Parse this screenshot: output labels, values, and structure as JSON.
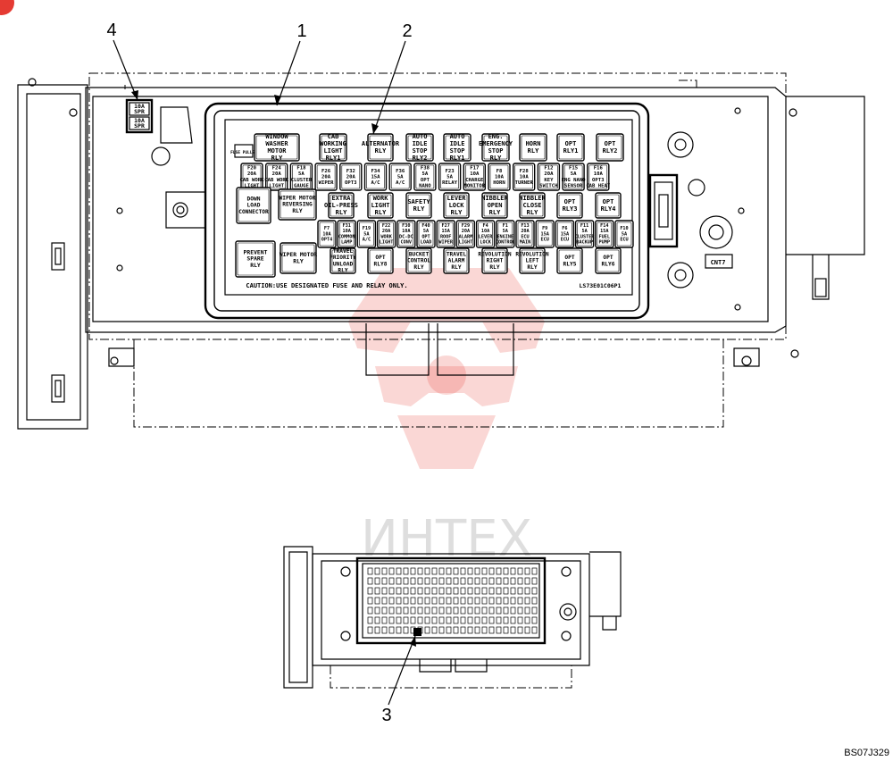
{
  "callouts": {
    "c1": "1",
    "c2": "2",
    "c3": "3",
    "c4": "4"
  },
  "drawing_code": "BS07J329",
  "caution_text": "CAUTION:USE DESIGNATED FUSE AND RELAY ONLY.",
  "part_code": "LS73E01C06P1",
  "watermark_text": "ИНТЕХ",
  "connector_label": "CNT7",
  "spare_fuses": [
    "10A SPR",
    "10A SPR"
  ],
  "top_relays": [
    {
      "lines": [
        "WINDOW",
        "WASHER",
        "MOTOR",
        "RLY"
      ]
    },
    {
      "lines": [
        "CAB",
        "WORKING",
        "LIGHT",
        "RLY1"
      ]
    },
    {
      "lines": [
        "ALTERNATOR",
        "RLY"
      ]
    },
    {
      "lines": [
        "AUTO",
        "IDLE",
        "STOP",
        "RLY2"
      ]
    },
    {
      "lines": [
        "AUTO",
        "IDLE",
        "STOP",
        "RLY1"
      ]
    },
    {
      "lines": [
        "ENG.",
        "EMERGENCY",
        "STOP",
        "RLY"
      ]
    },
    {
      "lines": [
        "HORN",
        "RLY"
      ]
    },
    {
      "lines": [
        "OPT",
        "RLY1"
      ]
    },
    {
      "lines": [
        "OPT",
        "RLY2"
      ]
    }
  ],
  "fuse_puller": "FUSE PULLER",
  "fuse_row1": [
    [
      "F20",
      "20A",
      "CAB WORK",
      "LIGHT"
    ],
    [
      "F24",
      "20A",
      "CAB WORK",
      "LIGHT"
    ],
    [
      "F18",
      "5A",
      "CLUSTER",
      "GAUGE"
    ],
    [
      "F26",
      "20A",
      "WIPER",
      ""
    ],
    [
      "F32",
      "20A",
      "OPT3",
      ""
    ],
    [
      "F34",
      "15A",
      "A/C",
      ""
    ],
    [
      "F36",
      "5A",
      "A/C",
      ""
    ],
    [
      "F38",
      "5A",
      "OPT",
      "NANO"
    ],
    [
      "F23",
      "5A",
      "RELAY",
      ""
    ],
    [
      "F17",
      "10A",
      "CHARGE",
      "MONITOR"
    ],
    [
      "F8",
      "10A",
      "HORN",
      ""
    ],
    [
      "F28",
      "10A",
      "TURNER",
      ""
    ],
    [
      "F12",
      "20A",
      "KEY",
      "SWITCH"
    ],
    [
      "F15",
      "5A",
      "ENG NANO",
      "SENSOR"
    ],
    [
      "F16",
      "10A",
      "OPT3",
      "CAB HEAT"
    ]
  ],
  "mid_relays": [
    {
      "lines": [
        "DOWN",
        "LOAD",
        "CONNECTOR"
      ]
    },
    {
      "lines": [
        "WIPER MOTOR",
        "REVERSING",
        "RLY"
      ]
    },
    {
      "lines": [
        "EXTRA",
        "OIL-PRESS",
        "RLY"
      ]
    },
    {
      "lines": [
        "WORK",
        "LIGHT",
        "RLY"
      ]
    },
    {
      "lines": [
        "SAFETY",
        "RLY"
      ]
    },
    {
      "lines": [
        "LEVER",
        "LOCK",
        "RLY"
      ]
    },
    {
      "lines": [
        "NIBBLER",
        "OPEN",
        "RLY"
      ]
    },
    {
      "lines": [
        "NIBBLER",
        "CLOSE",
        "RLY"
      ]
    },
    {
      "lines": [
        "OPT",
        "RLY3"
      ]
    },
    {
      "lines": [
        "OPT",
        "RLY4"
      ]
    }
  ],
  "fuse_row2": [
    [
      "F7",
      "10A",
      "OPT4",
      ""
    ],
    [
      "F31",
      "10A",
      "COMMON",
      "LAMP"
    ],
    [
      "F19",
      "5A",
      "A/C",
      ""
    ],
    [
      "F22",
      "20A",
      "WORK",
      "LIGHT"
    ],
    [
      "F30",
      "10A",
      "DC-DC",
      "CONV"
    ],
    [
      "F40",
      "5A",
      "OPT",
      "LOAD"
    ],
    [
      "F27",
      "15A",
      "ROOF",
      "WIPER"
    ],
    [
      "F29",
      "20A",
      "ALARM",
      "LIGHT"
    ],
    [
      "F4",
      "10A",
      "LEVER",
      "LOCK"
    ],
    [
      "F1",
      "5A",
      "ENGINE",
      "CONTROL"
    ],
    [
      "F13",
      "20A",
      "ECU",
      "MAIN"
    ],
    [
      "F9",
      "15A",
      "ECU",
      ""
    ],
    [
      "F6",
      "15A",
      "ECU",
      ""
    ],
    [
      "F11",
      "5A",
      "CLUSTER",
      "BACKUP"
    ],
    [
      "F14",
      "15A",
      "FUEL",
      "PUMP"
    ],
    [
      "F10",
      "5A",
      "ECU",
      ""
    ]
  ],
  "bottom_relays": [
    {
      "lines": [
        "PREVENT",
        "SPARE",
        "RLY"
      ]
    },
    {
      "lines": [
        "WIPER MOTOR",
        "RLY"
      ]
    },
    {
      "lines": [
        "TRAVEL",
        "PRIORITY",
        "UNLOAD",
        "RLY"
      ]
    },
    {
      "lines": [
        "OPT",
        "RLY8"
      ]
    },
    {
      "lines": [
        "BUCKET",
        "CONTROL",
        "RLY"
      ]
    },
    {
      "lines": [
        "TRAVEL",
        "ALARM",
        "RLY"
      ]
    },
    {
      "lines": [
        "REVOLUTION",
        "RIGHT",
        "RLY"
      ]
    },
    {
      "lines": [
        "REVOLUTION",
        "LEFT",
        "RLY"
      ]
    },
    {
      "lines": [
        "OPT",
        "RLY5"
      ]
    },
    {
      "lines": [
        "OPT",
        "RLY6"
      ]
    }
  ]
}
